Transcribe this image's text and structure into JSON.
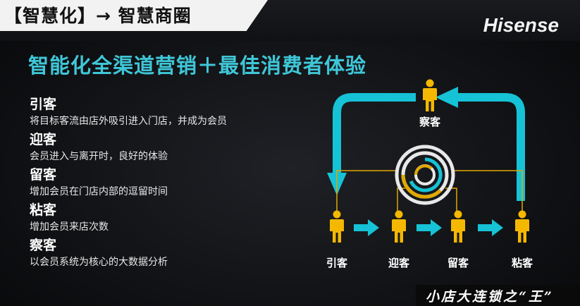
{
  "header": {
    "title": "【智慧化】→ 智慧商圈",
    "brand": "Hisense"
  },
  "main_title": "智能化全渠道营销＋最佳消费者体验",
  "steps": [
    {
      "name": "引客",
      "desc": "将目标客流由店外吸引进入门店，并成为会员"
    },
    {
      "name": "迎客",
      "desc": "会员进入与离开时，良好的体验"
    },
    {
      "name": "留客",
      "desc": "增加会员在门店内部的逗留时间"
    },
    {
      "name": "粘客",
      "desc": "增加会员来店次数"
    },
    {
      "name": "察客",
      "desc": "以会员系统为核心的大数据分析"
    }
  ],
  "diagram": {
    "top_node": "察客",
    "bottom_nodes": [
      "引客",
      "迎客",
      "留客",
      "粘客"
    ],
    "arrow_color": "#16c2d6",
    "person_color": "#f5b800"
  },
  "footer": {
    "slogan": "小店大连锁之“王”"
  }
}
